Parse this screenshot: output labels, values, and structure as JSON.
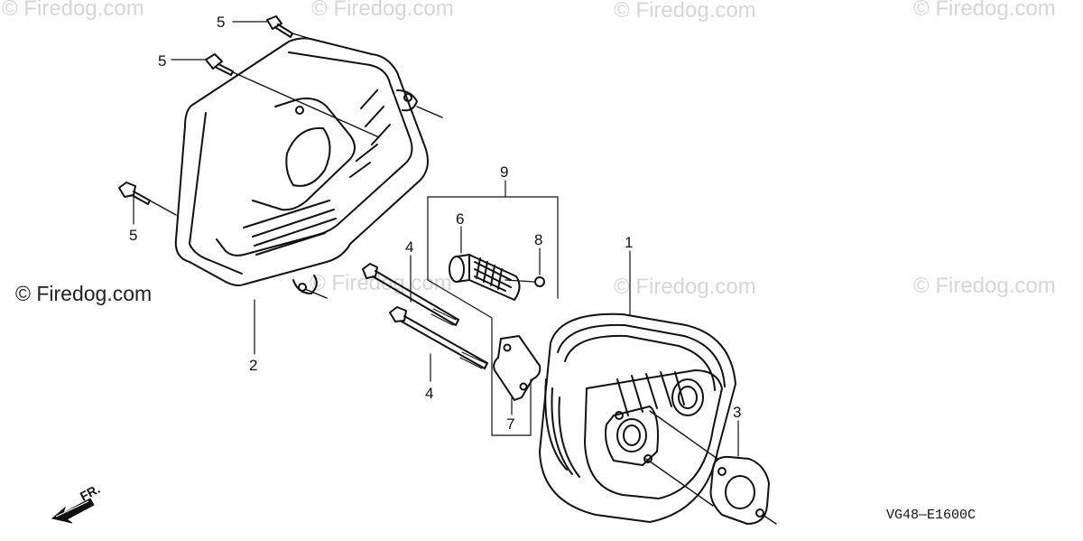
{
  "watermarks": {
    "top": [
      "© Firedog.com",
      "© Firedog.com",
      "© Firedog.com",
      "© Firedog.com"
    ],
    "mid": [
      "© Firedog.com",
      "© Firedog.com",
      "© Firedog.com"
    ],
    "main": "© Firedog.com"
  },
  "callouts": {
    "bolt_top": "5",
    "bolt_mid": "5",
    "bolt_left": "5",
    "cover": "2",
    "assembly": "9",
    "arrester": "6",
    "screw": "8",
    "long_bolt_upper": "4",
    "long_bolt_lower": "4",
    "plate_gasket": "7",
    "muffler": "1",
    "gasket": "3"
  },
  "front_arrow": "FR.",
  "diagram_code": "VG48—E1600C"
}
